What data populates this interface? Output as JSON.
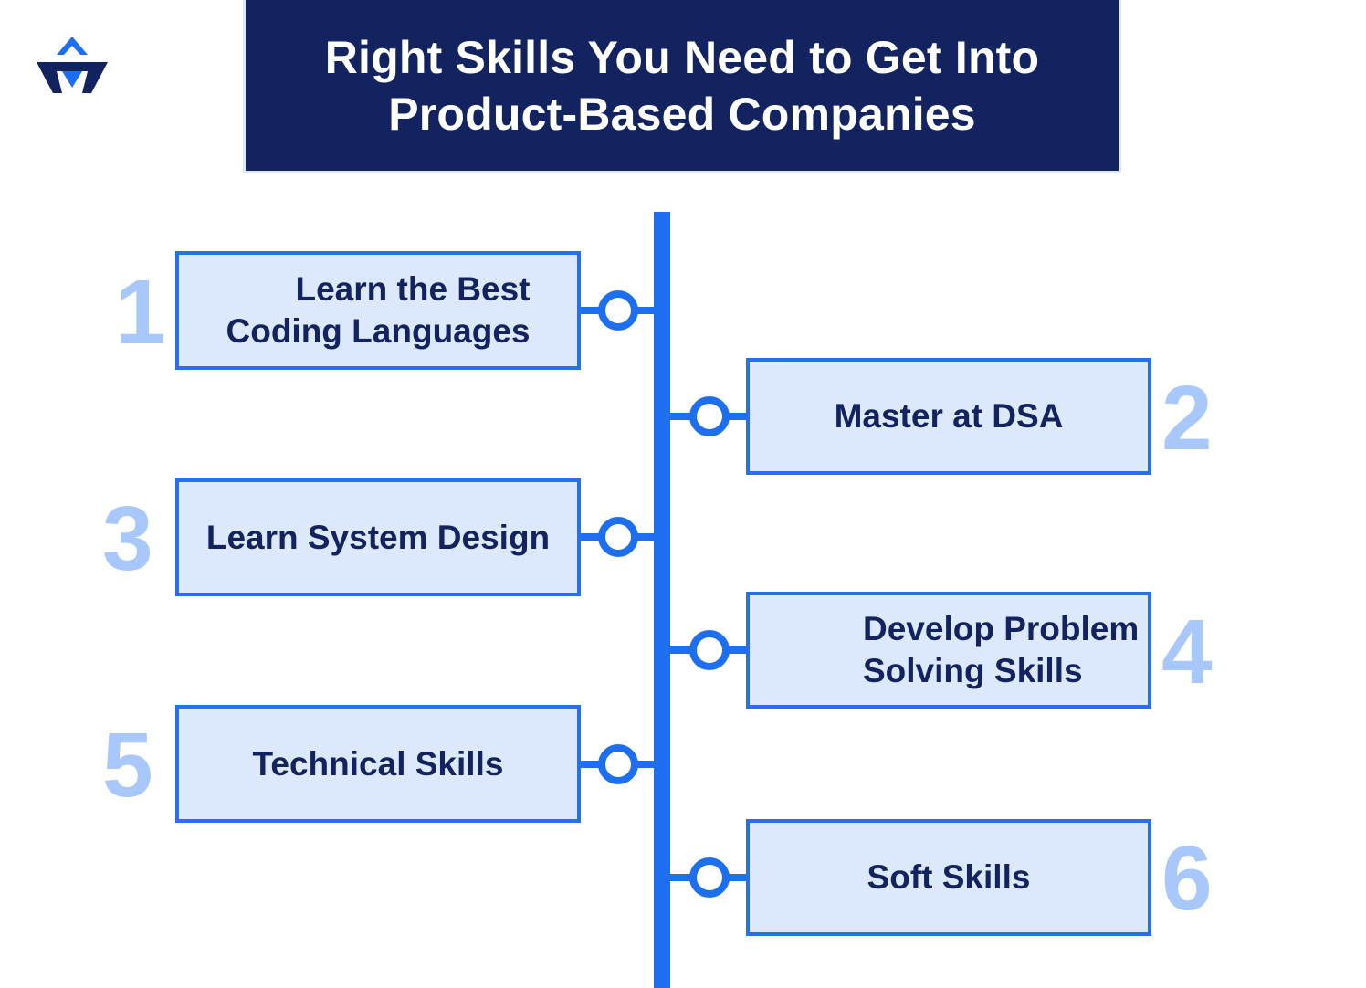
{
  "header": {
    "title_line_1": "Right Skills You Need to Get Into",
    "title_line_2": "Product-Based Companies",
    "logo_icon": "brand-logo-icon"
  },
  "colors": {
    "title_background": "#13235f",
    "accent_blue": "#1e6ff0",
    "card_fill": "#dce9fd",
    "card_text": "#13235f",
    "number_color": "#a8c7fb"
  },
  "steps": [
    {
      "number": "1",
      "line1": "Learn the Best",
      "line2": "Coding Languages",
      "side": "left"
    },
    {
      "number": "2",
      "line1": "Master at DSA",
      "line2": "",
      "side": "right"
    },
    {
      "number": "3",
      "line1": "Learn System Design",
      "line2": "",
      "side": "left"
    },
    {
      "number": "4",
      "line1": "Develop Problem",
      "line2": "Solving Skills",
      "side": "right"
    },
    {
      "number": "5",
      "line1": "Technical Skills",
      "line2": "",
      "side": "left"
    },
    {
      "number": "6",
      "line1": "Soft Skills",
      "line2": "",
      "side": "right"
    }
  ]
}
